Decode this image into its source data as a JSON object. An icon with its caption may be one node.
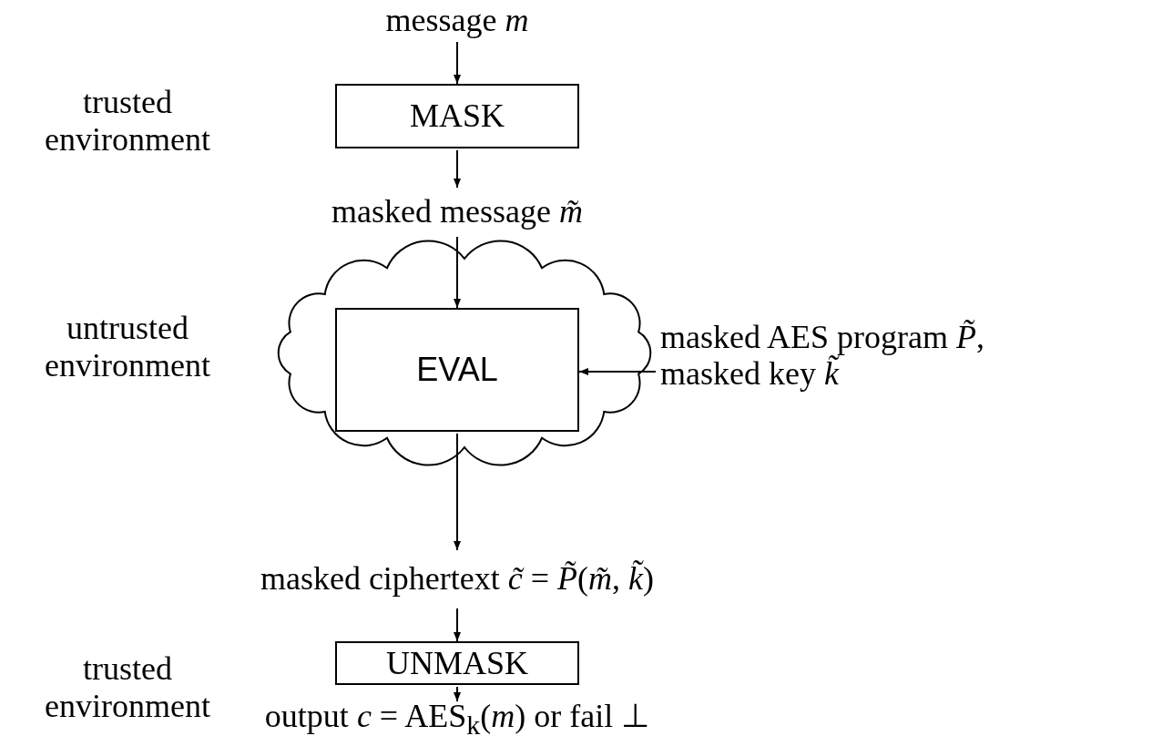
{
  "diagram": {
    "nodes": [
      {
        "text": [
          "message *m*"
        ]
      },
      {
        "text": [
          "MASK"
        ]
      },
      {
        "text": [
          "masked message *m̃*"
        ]
      },
      {
        "text": [],
        "shape": "cloud"
      },
      {
        "text": [
          "EVAL"
        ],
        "in": 3
      },
      {
        "text": [
          "masked AES program *P̃*, masked key *k̃*"
        ]
      },
      {
        "text": [
          "masked ciphertext *c̃* = *P̃*(*m̃*, *k̃*)"
        ]
      },
      {
        "text": [
          "UNMASK"
        ]
      },
      {
        "text": [
          "output *c* = AES$_{k}$(*m*) or fail ⊥"
        ]
      }
    ],
    "edges": [
      {
        "from": 0,
        "to": 1,
        "arrow": "to"
      },
      {
        "from": 1,
        "to": 2,
        "arrow": "to"
      },
      {
        "from": 2,
        "to": 4,
        "arrow": "to"
      },
      {
        "from": 5,
        "to": 4,
        "arrow": "to"
      },
      {
        "from": 4,
        "to": 6,
        "arrow": "to"
      },
      {
        "from": 6,
        "to": 7,
        "arrow": "to"
      },
      {
        "from": 7,
        "to": 8,
        "arrow": "to"
      }
    ],
    "labels": [
      "trusted environment",
      "untrusted environment",
      "trusted environment"
    ]
  }
}
